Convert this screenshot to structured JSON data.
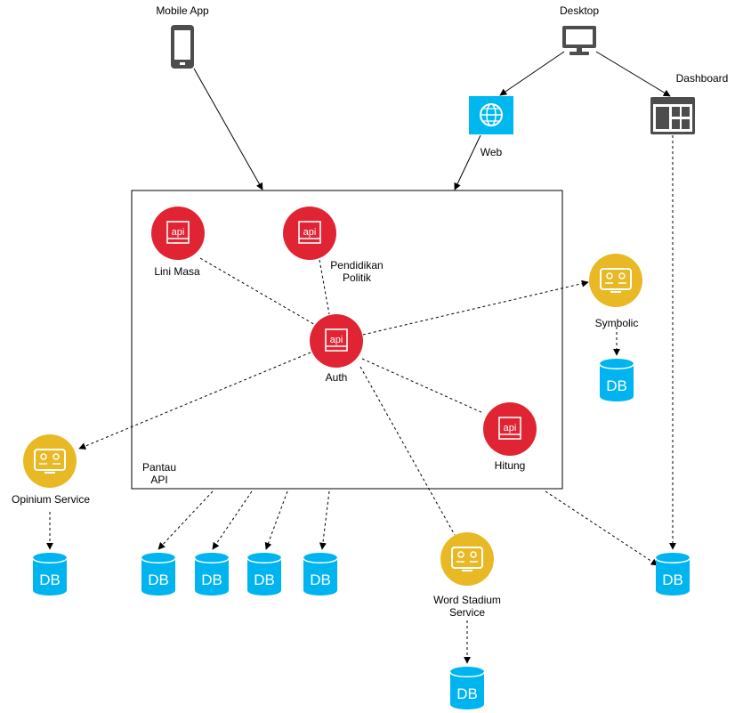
{
  "colors": {
    "api_red": "#E02433",
    "service_yellow": "#E9B925",
    "db_blue": "#00B4EF",
    "web_blue": "#00B8F0",
    "device_gray": "#4D4D4D",
    "line": "#000000"
  },
  "clients": {
    "mobile": {
      "label": "Mobile App",
      "icon": "mobile-phone-icon"
    },
    "desktop": {
      "label": "Desktop",
      "icon": "desktop-monitor-icon"
    },
    "web": {
      "label": "Web",
      "icon": "globe-icon"
    },
    "dashboard": {
      "label": "Dashboard",
      "icon": "dashboard-icon"
    }
  },
  "gateway": {
    "label_line1": "Pantau",
    "label_line2": "API"
  },
  "apis": {
    "icon_text": "api",
    "lini_masa": {
      "label": "Lini Masa"
    },
    "pendidikan": {
      "label_line1": "Pendidikan",
      "label_line2": "Politik"
    },
    "auth": {
      "label": "Auth"
    },
    "hitung": {
      "label": "Hitung"
    }
  },
  "services": {
    "symbolic": {
      "label": "Symbolic",
      "icon": "service-icon"
    },
    "opinium": {
      "label": "Opinium Service",
      "icon": "service-icon"
    },
    "word_stadium": {
      "label_line1": "Word Stadium",
      "label_line2": "Service",
      "icon": "service-icon"
    }
  },
  "db": {
    "label": "DB",
    "icon": "database-icon"
  }
}
